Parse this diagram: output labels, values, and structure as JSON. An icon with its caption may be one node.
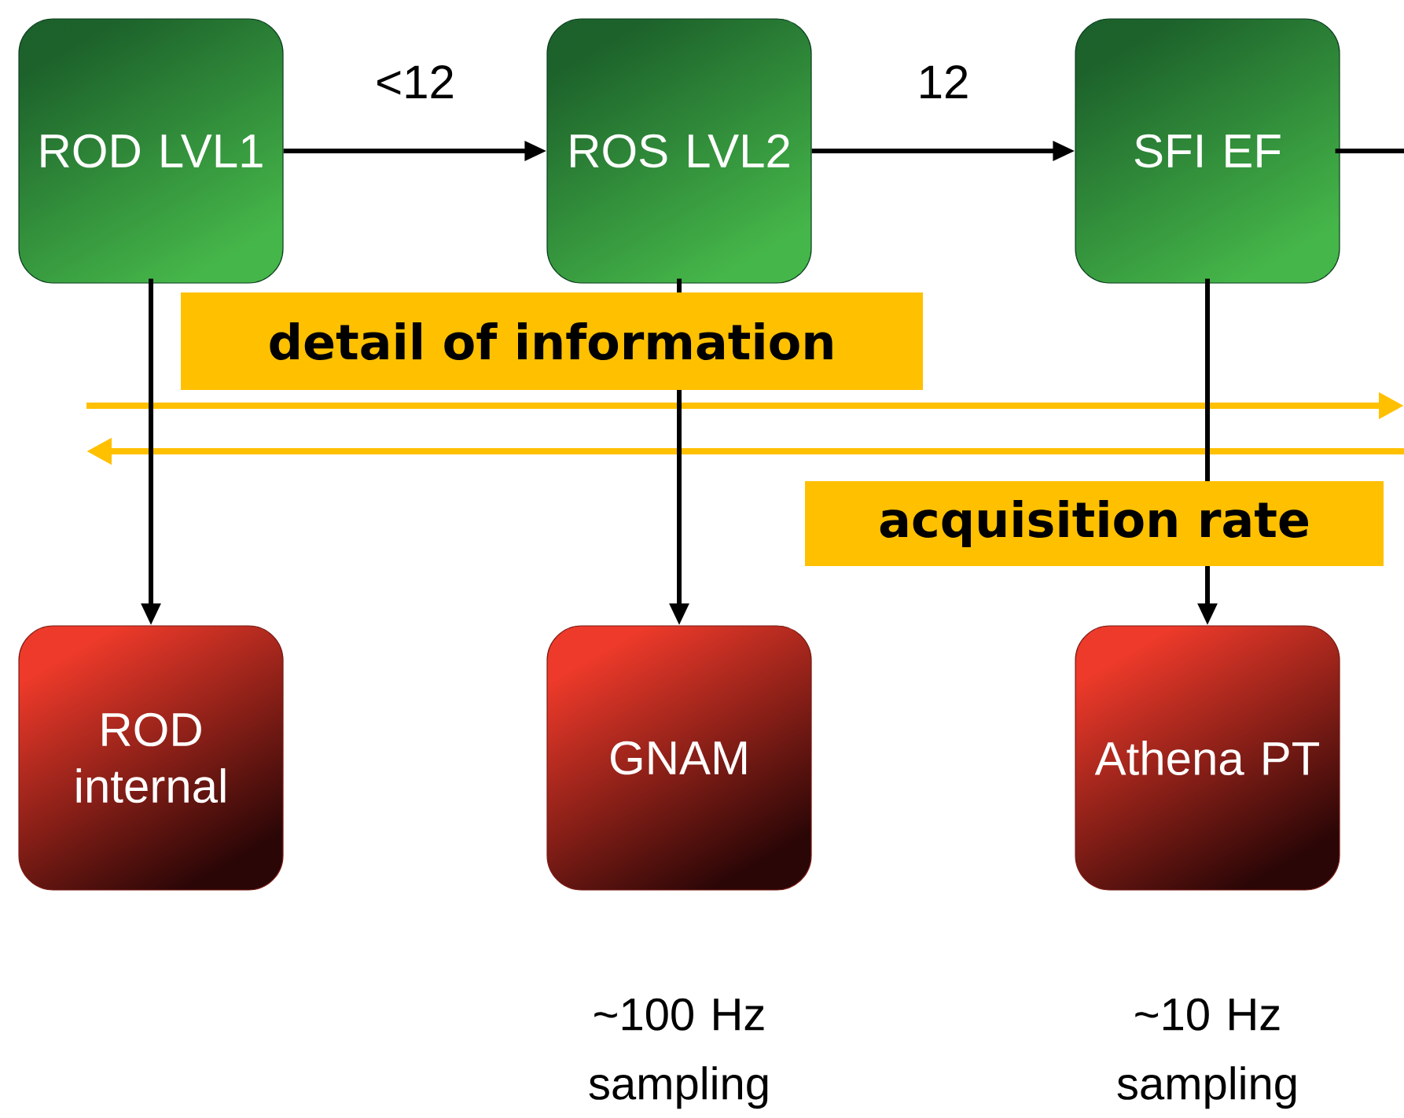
{
  "diagram": {
    "nodes": [
      {
        "text": [
          "ROD LVL1"
        ]
      },
      {
        "text": [
          "ROS LVL2"
        ]
      },
      {
        "text": [
          "SFI EF"
        ]
      },
      {
        "text": [
          "ROD internal"
        ]
      },
      {
        "text": [
          "GNAM"
        ]
      },
      {
        "text": [
          "Athena PT"
        ]
      }
    ],
    "edges": [
      {
        "from": 0,
        "to": 1,
        "arrow": "to",
        "label": "<12"
      },
      {
        "from": 1,
        "to": 2,
        "arrow": "to",
        "label": "12"
      },
      {
        "from": 2,
        "to": null,
        "arrow": "none"
      },
      {
        "from": 0,
        "to": 3,
        "arrow": "to"
      },
      {
        "from": 1,
        "to": 4,
        "arrow": "to"
      },
      {
        "from": 2,
        "to": 5,
        "arrow": "to"
      }
    ],
    "labels": [
      "detail of information",
      "acquisition rate",
      "~100 Hz sampling",
      "~10 Hz sampling"
    ]
  }
}
